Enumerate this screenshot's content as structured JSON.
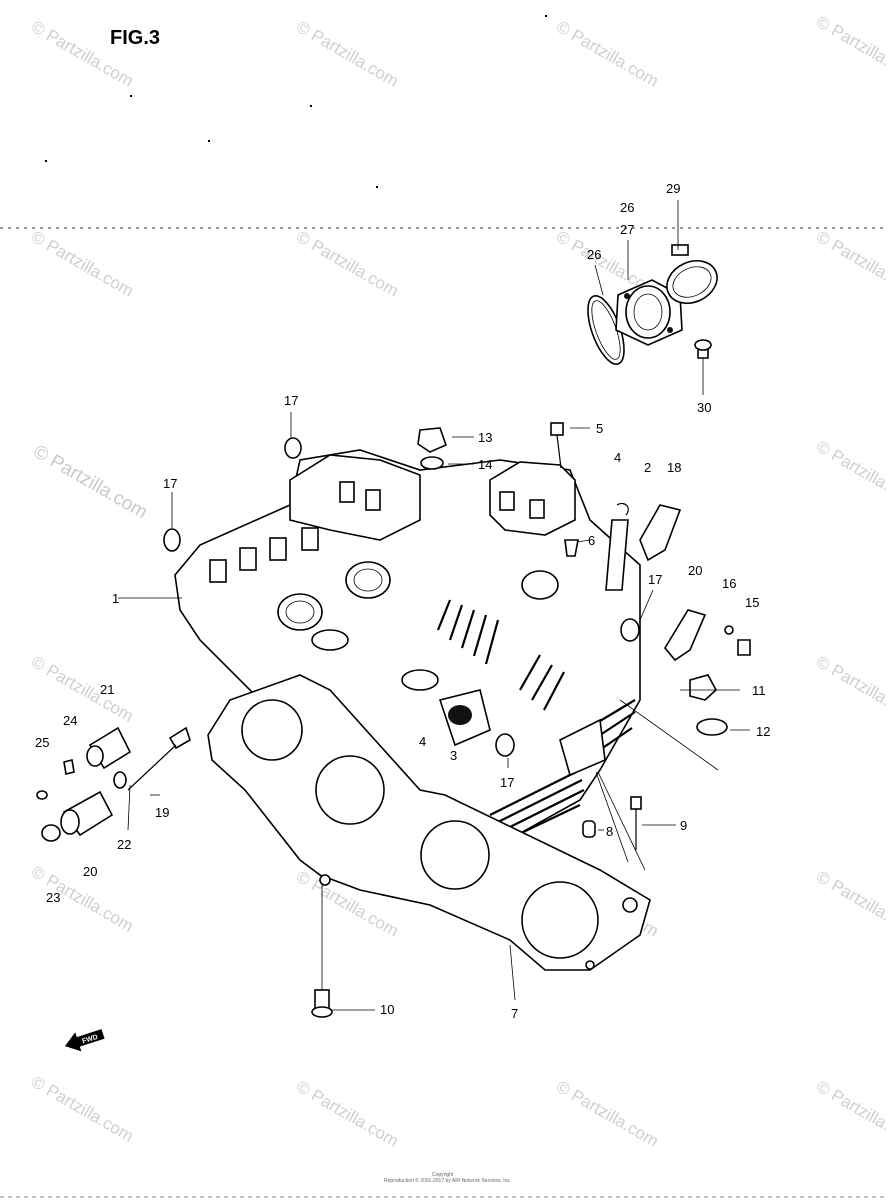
{
  "title": "FIG.3",
  "watermark": {
    "text": "© Partzilla.com",
    "main_text": "© Partzilla.com"
  },
  "callouts": [
    "1",
    "2",
    "3",
    "4",
    "4",
    "5",
    "6",
    "7",
    "8",
    "9",
    "10",
    "11",
    "12",
    "13",
    "14",
    "15",
    "16",
    "17",
    "17",
    "17",
    "17",
    "18",
    "19",
    "20",
    "20",
    "21",
    "22",
    "23",
    "24",
    "25",
    "26",
    "26",
    "27",
    "29",
    "30"
  ],
  "fwd_label": "FWD",
  "footer": {
    "line1": "Copyright",
    "line2": "Reproduction © 2001-2017 by ARI Network Services, Inc."
  }
}
